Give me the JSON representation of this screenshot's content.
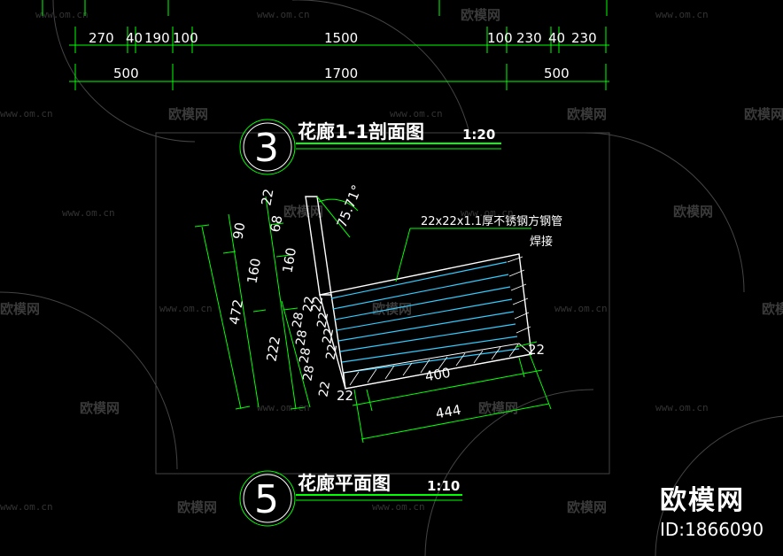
{
  "top_dims": {
    "row1": [
      "270",
      "40",
      "190",
      "100",
      "1500",
      "100",
      "230",
      "40",
      "230"
    ],
    "row2": [
      "500",
      "1700",
      "500"
    ]
  },
  "section_title": {
    "number": "3",
    "text": "花廊1-1剖面图",
    "scale": "1:20"
  },
  "plan_title": {
    "number": "5",
    "text": "花廊平面图",
    "scale": "1:10"
  },
  "plan": {
    "angle": "75.71°",
    "material_note": "22x22x1.1厚不锈钢方钢管",
    "weld_note": "焊接",
    "left_dims": {
      "outer": "472",
      "mid": [
        "90",
        "160",
        "222"
      ],
      "inner": [
        "22",
        "68",
        "160"
      ],
      "stack_a": [
        "22",
        "22",
        "22",
        "22",
        "22",
        "22"
      ],
      "stack_b": [
        "28",
        "28",
        "28",
        "28"
      ]
    },
    "bottom_dims": {
      "seg1": "22",
      "seg2": "400",
      "seg3": "22",
      "total": "444"
    }
  },
  "watermarks": {
    "url": "www.om.cn",
    "cn": "欧模网"
  },
  "brand": {
    "name": "欧模网",
    "id": "ID:1866090"
  },
  "colors": {
    "background": "#000000",
    "dimension": "#00ff00",
    "steel": "#33ccff",
    "frame": "#ffffff"
  }
}
